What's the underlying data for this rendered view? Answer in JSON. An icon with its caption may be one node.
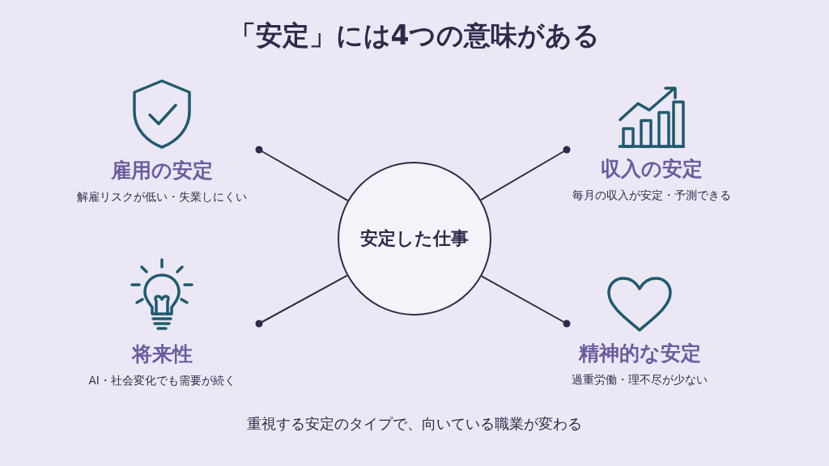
{
  "diagram": {
    "title": "「安定」には4つの意味がある",
    "caption": "重視する安定のタイプで、向いている職業が変わる",
    "nodes": [
      {
        "text": [
          "安定した仕事"
        ]
      },
      {
        "text": [
          "雇用の安定",
          "解雇リスクが低い・失業しにくい"
        ]
      },
      {
        "text": [
          "収入の安定",
          "毎月の収入が安定・予測できる"
        ]
      },
      {
        "text": [
          "将来性",
          "AI・社会変化でも需要が続く"
        ]
      },
      {
        "text": [
          "精神的な安定",
          "過重労働・理不尽が少ない"
        ]
      }
    ],
    "edges": [
      {
        "from": 0,
        "to": 1,
        "arrow": "other"
      },
      {
        "from": 0,
        "to": 2,
        "arrow": "other"
      },
      {
        "from": 0,
        "to": 3,
        "arrow": "other"
      },
      {
        "from": 0,
        "to": 4,
        "arrow": "other"
      }
    ]
  }
}
